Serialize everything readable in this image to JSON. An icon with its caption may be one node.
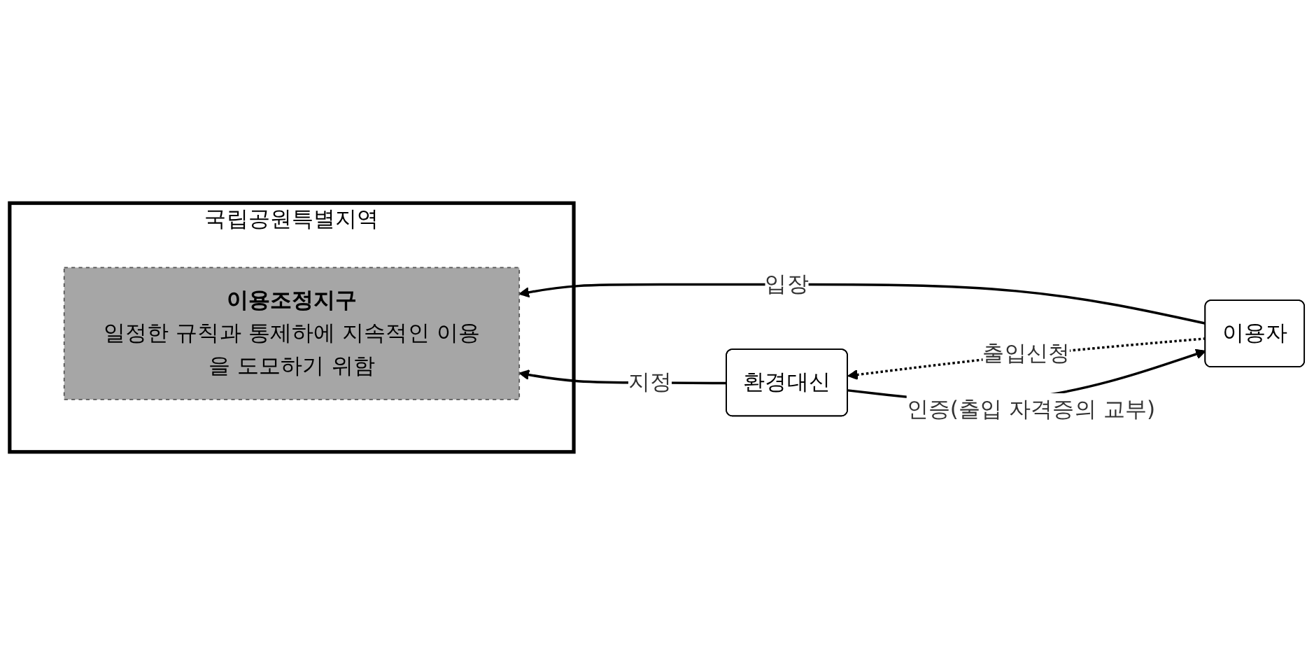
{
  "diagram": {
    "nodes": [
      {
        "text": [
          "국립공원특별지역"
        ]
      },
      {
        "text": [
          "이용조정지구",
          "일정한 규칙과 통제하에 지속적인 이용을 도모하기 위함"
        ],
        "in": 0
      },
      {
        "text": [
          "이용자"
        ]
      },
      {
        "text": [
          "환경대신"
        ]
      }
    ],
    "edges": [
      {
        "from": 2,
        "to": 1,
        "arrow": "to",
        "label": "입장"
      },
      {
        "from": 3,
        "to": 1,
        "arrow": "to",
        "label": "지정"
      },
      {
        "from": 2,
        "to": 3,
        "arrow": "to",
        "label": "출입신청",
        "style": "dashed"
      },
      {
        "from": 3,
        "to": 2,
        "arrow": "to",
        "label": "인증(출입 자격증의 교부)"
      }
    ]
  }
}
